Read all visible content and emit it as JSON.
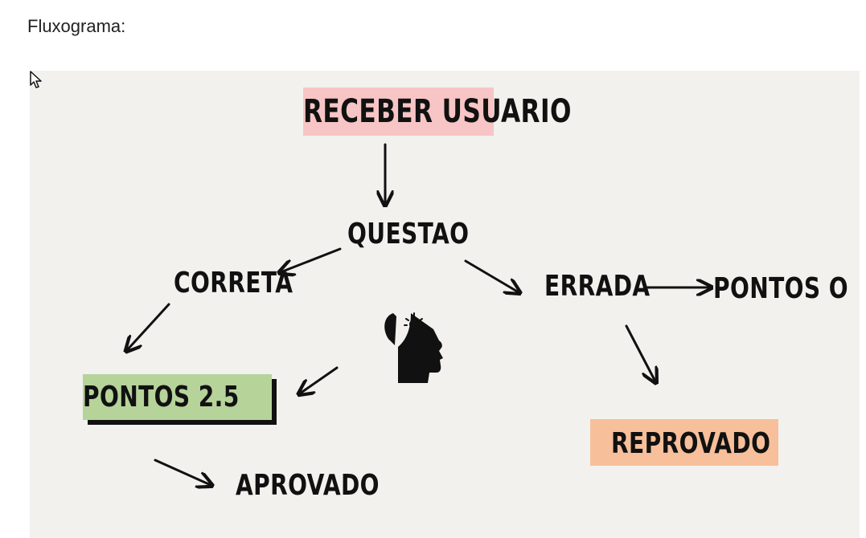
{
  "page": {
    "label": "Fluxograma:"
  },
  "diagram": {
    "nodes": {
      "receber_usuario": "RECEBER USUARIO",
      "questao": "QUESTAO",
      "correta": "CORRETA",
      "errada": "ERRADA",
      "pontos_zero": "PONTOS O",
      "pontos_25": "PONTOS 2.5",
      "reprovado": "REPROVADO",
      "aprovado": "APROVADO"
    },
    "colors": {
      "pink": "#f7c5c5",
      "green": "#b6d39a",
      "orange": "#f7c09a",
      "background": "#f2f1ee",
      "ink": "#111111"
    },
    "icons": [
      "head-lightbulb-icon",
      "mouse-cursor-icon"
    ]
  }
}
